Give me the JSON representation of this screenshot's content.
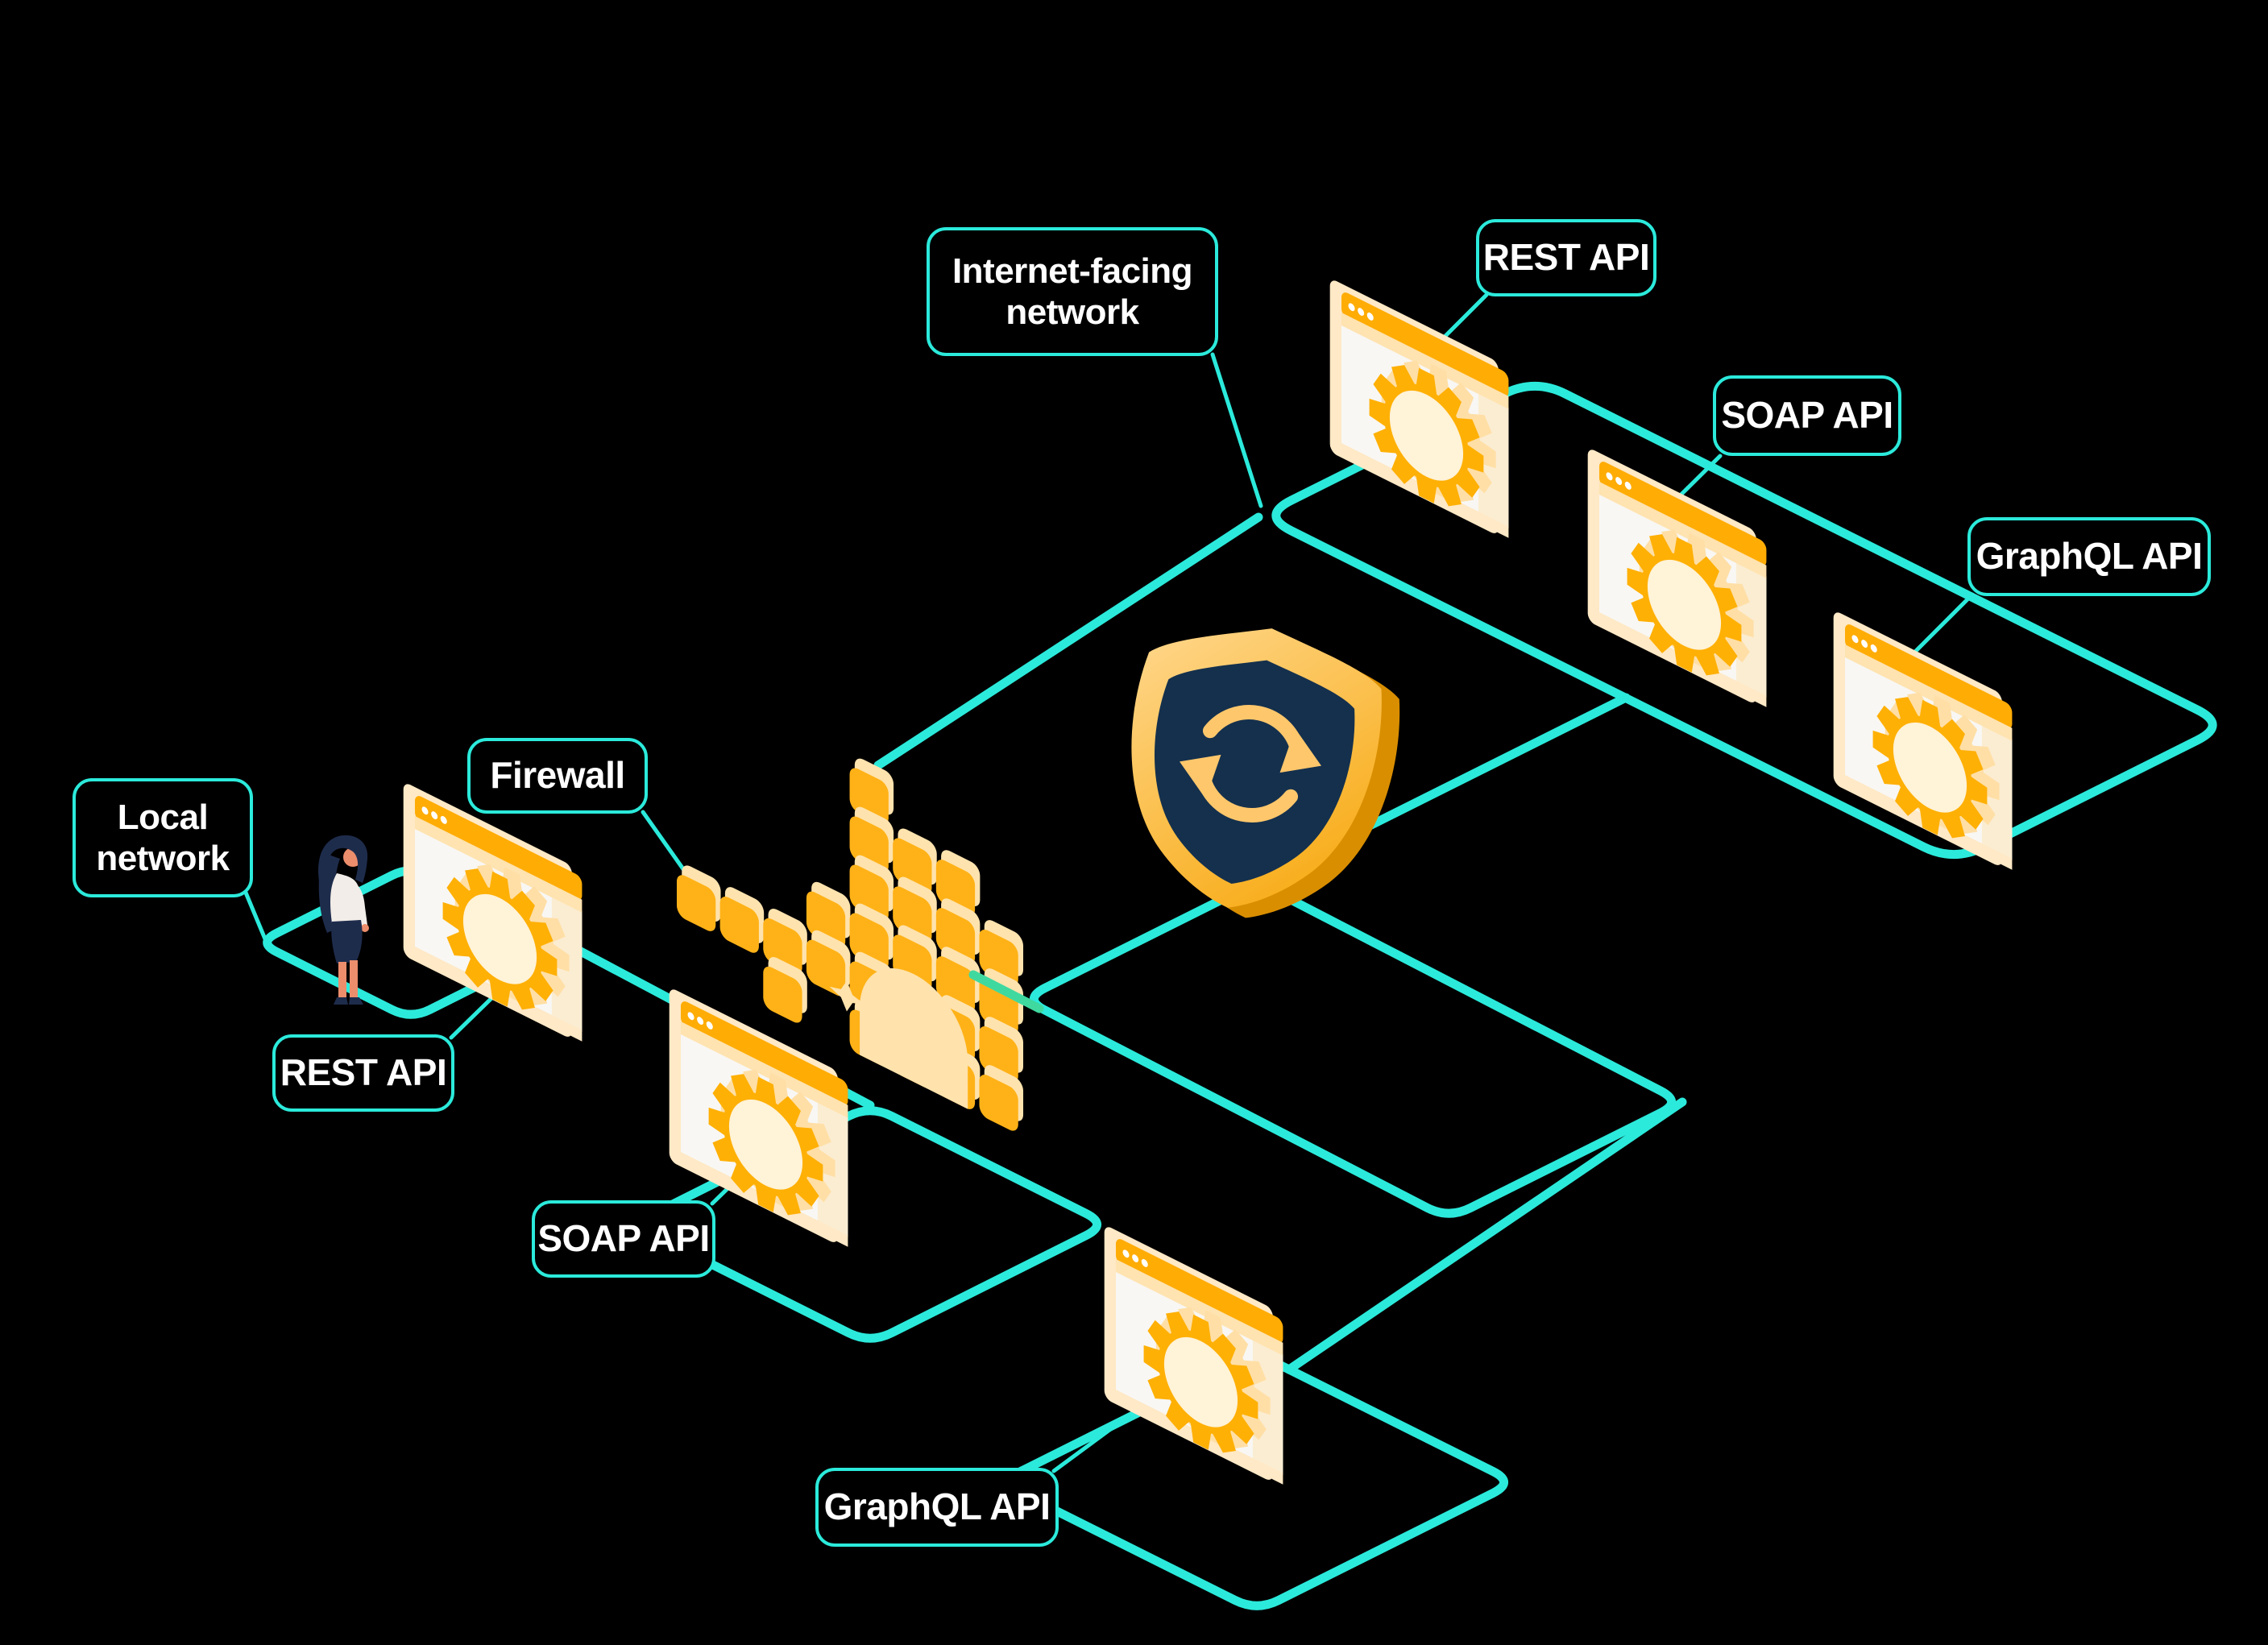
{
  "title": "API security network diagram",
  "labels": {
    "internet_facing": "Internet-facing network",
    "rest_api_top": "REST API",
    "soap_api_top": "SOAP API",
    "graphql_api_top": "GraphQL API",
    "local_network": "Local network",
    "firewall": "Firewall",
    "rest_api_local": "REST API",
    "soap_api_local": "SOAP API",
    "graphql_api_bottom": "GraphQL API"
  },
  "icons": {
    "shield": "security-shield-sync-icon",
    "gear": "gear-icon",
    "wall": "firewall-bricks-icon",
    "person": "standing-woman-figure",
    "window": "browser-window-icon"
  },
  "colors": {
    "background": "#000000",
    "line_teal": "#2BEADB",
    "label_border": "#2BEADB",
    "label_text": "#FFFFFF",
    "window_bar": "#FFAC05",
    "window_strip": "#FFE3B0",
    "window_body": "#F8F7F4",
    "window_body_shade": "#FBEDD2",
    "window_back": "#FFE9C6",
    "gear_amber": "#FFB005",
    "gear_light": "#FFDFA6",
    "gear_core": "#FFF3D8",
    "brick_amber": "#FFB217",
    "brick_back": "#FFE3AE",
    "arch_cream": "#FFE2AC",
    "shield_gold_light": "#FFD88F",
    "shield_gold": "#F7A608",
    "shield_side": "#D98E00",
    "shield_navy": "#14304D",
    "shield_arrow": "#FFC76B",
    "stub_green": "#3FD9A0",
    "person_skin": "#EC8D6C",
    "person_dark": "#1E2C4C",
    "person_shirt": "#F2EDE8",
    "person_gold": "#F0B429"
  }
}
